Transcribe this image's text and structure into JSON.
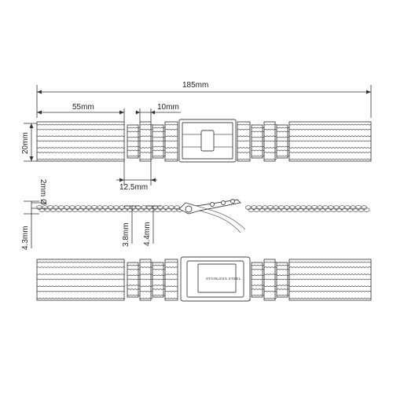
{
  "diagram": {
    "dimensions": {
      "total_length": "185mm",
      "end_segment_length": "55mm",
      "link_length": "10mm",
      "center_link_length": "12.5mm",
      "band_width": "20mm",
      "wire_diameter": "2mm Ø",
      "end_thickness": "4.3mm",
      "link_thickness_a": "3.8mm",
      "link_thickness_b": "4.4mm"
    },
    "clasp_engraving": "STAINLESS STEEL",
    "colors": {
      "line": "#333333",
      "mesh": "#555555"
    }
  }
}
